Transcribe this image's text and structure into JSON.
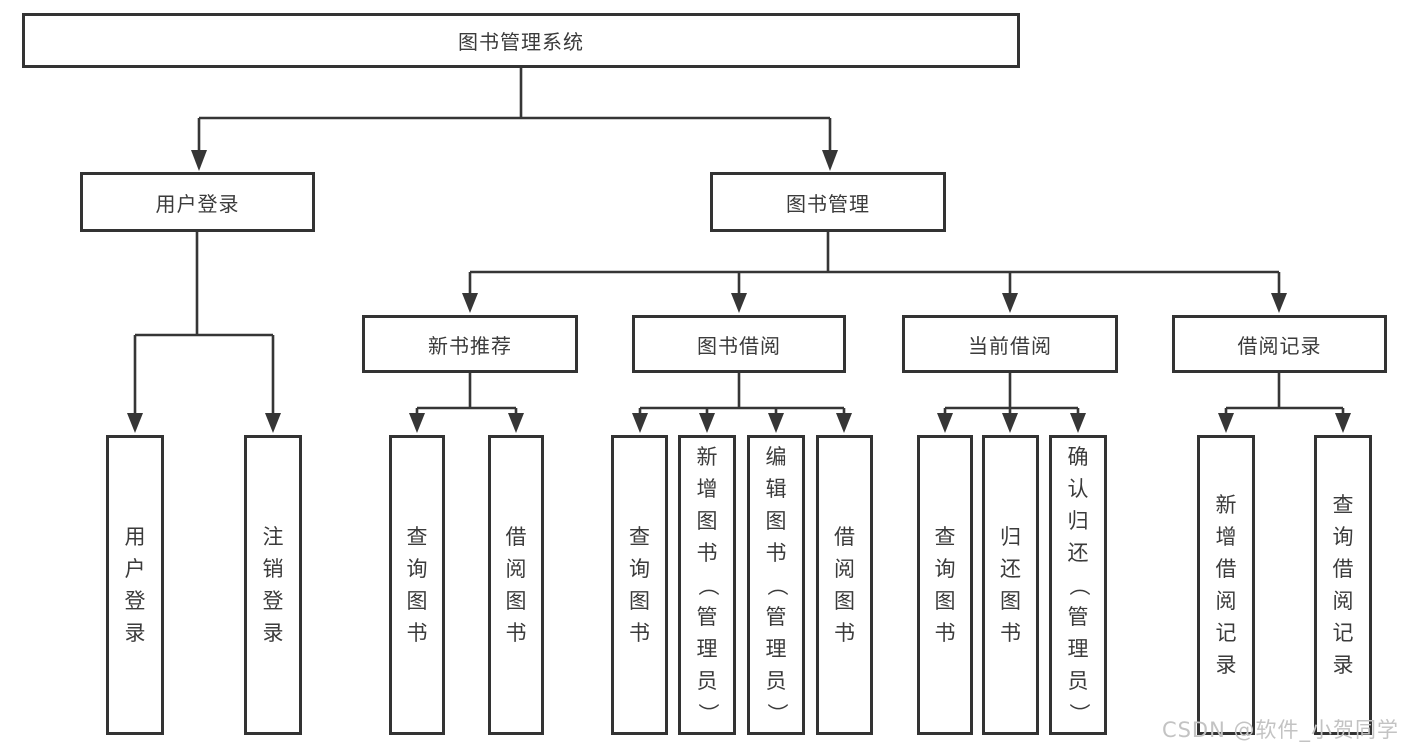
{
  "tree": {
    "root": "图书管理系统",
    "level2": {
      "user_login": "用户登录",
      "book_management": "图书管理"
    },
    "level3": {
      "new_book_recommend": "新书推荐",
      "book_borrowing": "图书借阅",
      "current_borrowing": "当前借阅",
      "borrowing_records": "借阅记录"
    },
    "leaves": {
      "user_login": [
        "用户登录",
        "注销登录"
      ],
      "new_book_recommend": [
        "查询图书",
        "借阅图书"
      ],
      "book_borrowing": [
        "查询图书",
        "新增图书（管理员）",
        "编辑图书（管理员）",
        "借阅图书"
      ],
      "current_borrowing": [
        "查询图书",
        "归还图书",
        "确认归还（管理员）"
      ],
      "borrowing_records": [
        "新增借阅记录",
        "查询借阅记录"
      ]
    }
  },
  "colors": {
    "line": "#363636",
    "box_border": "#333333",
    "text": "#3b3b3b",
    "background": "#ffffff",
    "watermark": "#c3c3c3"
  },
  "watermark": {
    "text": "CSDN @软件_小贺同学"
  }
}
